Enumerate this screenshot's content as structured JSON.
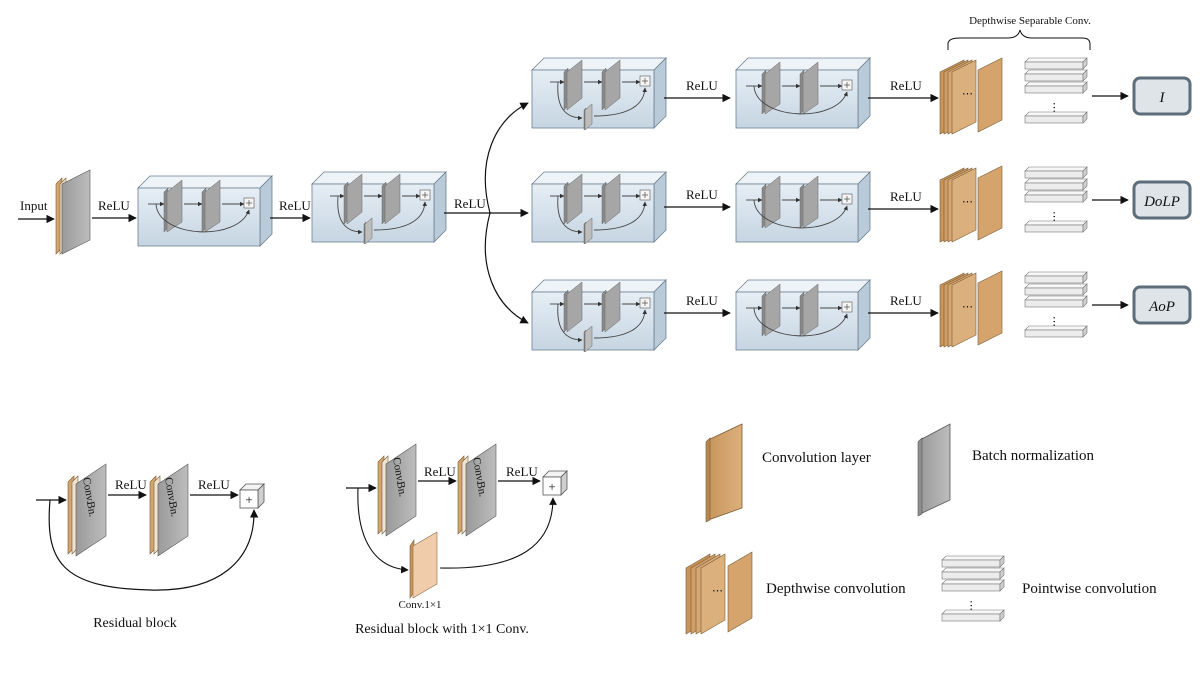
{
  "labels": {
    "input": "Input",
    "relu": "ReLU",
    "depthwise_separable": "Depthwise Separable Conv.",
    "conv": "Conv.",
    "bn": "Bn.",
    "conv1x1": "Conv.1×1",
    "plus": "+",
    "dots": "⋯"
  },
  "outputs": [
    "I",
    "DoLP",
    "AoP"
  ],
  "captions": {
    "residual_block": "Residual block",
    "residual_block_1x1": "Residual block with 1×1 Conv."
  },
  "legend": {
    "convolution_layer": "Convolution layer",
    "batch_normalization": "Batch normalization",
    "depthwise_convolution": "Depthwise convolution",
    "pointwise_convolution": "Pointwise convolution"
  },
  "colors": {
    "conv_tan": "#d2a46e",
    "bn_gray": "#a9a9a9",
    "block_fill": "#d7e3ee",
    "output_fill": "#dfe4e8",
    "output_border": "#5d6d7a",
    "arrow": "#111111"
  }
}
